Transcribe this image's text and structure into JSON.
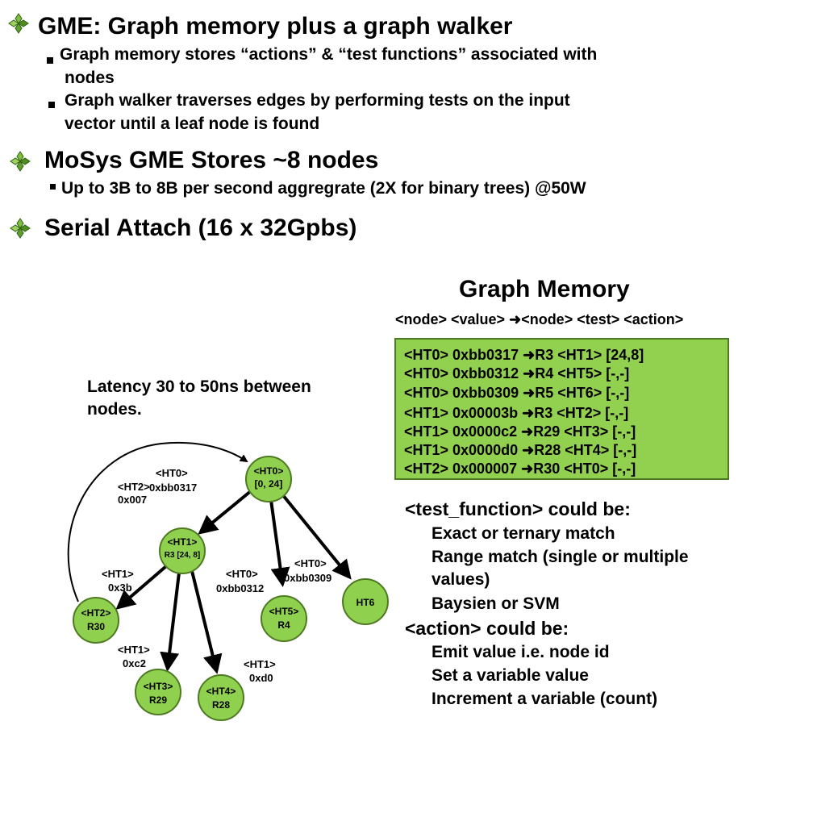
{
  "bullets": [
    {
      "title": "GME: Graph memory plus a graph walker",
      "subs": [
        "Graph memory stores “actions” & “test functions” associated with",
        "nodes",
        "Graph walker traverses edges by performing tests on the input",
        "vector until a leaf node is found"
      ]
    },
    {
      "title": "MoSys GME Stores ~8 nodes",
      "subs": [
        "Up to 3B to 8B per second aggregrate (2X for binary trees) @50W"
      ]
    },
    {
      "title": "Serial Attach (16 x 32Gpbs)",
      "subs": []
    }
  ],
  "graph_memory": {
    "title": "Graph Memory",
    "header": {
      "a": "<node> <value>",
      "b": "<node> <test> <action>"
    },
    "rows": [
      {
        "a": "<HT0> 0xbb0317",
        "b": "R3   <HT1> [24,8]"
      },
      {
        "a": "<HT0> 0xbb0312",
        "b": "R4   <HT5> [-,-]"
      },
      {
        "a": "<HT0> 0xbb0309",
        "b": "R5   <HT6> [-,-]"
      },
      {
        "a": "<HT1> 0x00003b",
        "b": "R3   <HT2> [-,-]"
      },
      {
        "a": "<HT1> 0x0000c2",
        "b": "R29 <HT3> [-,-]"
      },
      {
        "a": "<HT1> 0x0000d0",
        "b": "R28 <HT4> [-,-]"
      },
      {
        "a": "<HT2> 0x000007",
        "b": "R30 <HT0> [-,-]"
      }
    ]
  },
  "latency": {
    "line1": "Latency 30 to 50ns between",
    "line2": "nodes."
  },
  "right_text": [
    "<test_function> could be:",
    "Exact or ternary match",
    "Range match (single or multiple",
    "values)",
    "Baysien or SVM",
    "<action> could be:",
    "Emit value i.e. node id",
    "Set a variable value",
    "Increment a variable (count)"
  ],
  "nodes": {
    "ht0": {
      "l1": "<HT0>",
      "l2": "[0, 24]"
    },
    "ht1": {
      "l1": "<HT1>",
      "l2": "R3 [24, 8]"
    },
    "ht2": {
      "l1": "<HT2>",
      "l2": "R30"
    },
    "ht3": {
      "l1": "<HT3>",
      "l2": "R29"
    },
    "ht4": {
      "l1": "<HT4>",
      "l2": "R28"
    },
    "ht5": {
      "l1": "<HT5>",
      "l2": "R4"
    },
    "ht6": {
      "l1": "HT6",
      "l2": ""
    }
  },
  "edge_labels": {
    "ht2_back_a": "<HT0>",
    "ht2_back_b": "0xbb0317",
    "ht2_back_c": "<HT2>",
    "ht2_back_d": "0x007",
    "e_ht1_ht2_a": "<HT1>",
    "e_ht1_ht2_b": "0x3b",
    "e_ht0_ht5_a": "<HT0>",
    "e_ht0_ht5_b": "0xbb0312",
    "e_ht0_ht6_a": "<HT0>",
    "e_ht0_ht6_b": "0xbb0309",
    "e_ht1_ht3_a": "<HT1>",
    "e_ht1_ht3_b": "0xc2",
    "e_ht1_ht4_a": "<HT1>",
    "e_ht1_ht4_b": "0xd0"
  },
  "colors": {
    "node_fill": "#8fd14f",
    "table_fill": "#92d050",
    "bullet": "#4a7a1c"
  }
}
